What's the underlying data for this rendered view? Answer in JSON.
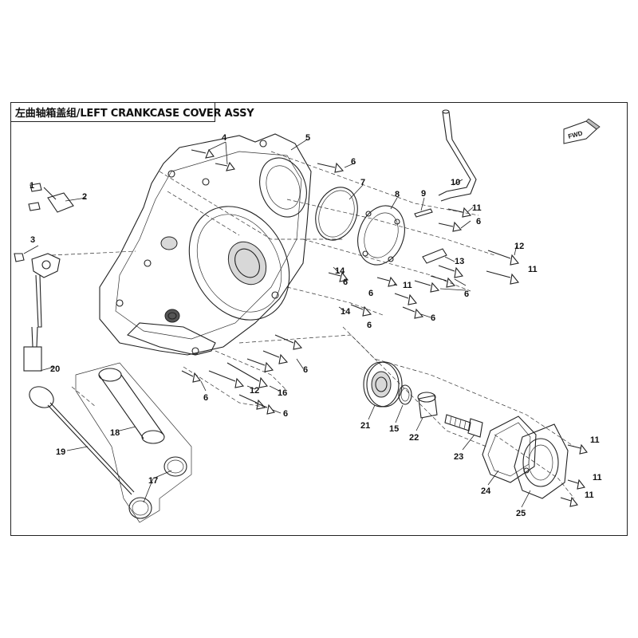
{
  "title": "左曲轴箱盖组/LEFT CRANKCASE COVER ASSY",
  "fwd_label": "FWD",
  "callouts": [
    {
      "num": "1"
    },
    {
      "num": "2"
    },
    {
      "num": "3"
    },
    {
      "num": "4"
    },
    {
      "num": "5"
    },
    {
      "num": "6"
    },
    {
      "num": "6"
    },
    {
      "num": "6"
    },
    {
      "num": "6"
    },
    {
      "num": "6"
    },
    {
      "num": "6"
    },
    {
      "num": "6"
    },
    {
      "num": "6"
    },
    {
      "num": "6"
    },
    {
      "num": "6"
    },
    {
      "num": "7"
    },
    {
      "num": "8"
    },
    {
      "num": "9"
    },
    {
      "num": "10"
    },
    {
      "num": "11"
    },
    {
      "num": "11"
    },
    {
      "num": "11"
    },
    {
      "num": "11"
    },
    {
      "num": "11"
    },
    {
      "num": "11"
    },
    {
      "num": "12"
    },
    {
      "num": "12"
    },
    {
      "num": "13"
    },
    {
      "num": "14"
    },
    {
      "num": "14"
    },
    {
      "num": "15"
    },
    {
      "num": "16"
    },
    {
      "num": "17"
    },
    {
      "num": "18"
    },
    {
      "num": "19"
    },
    {
      "num": "20"
    },
    {
      "num": "21"
    },
    {
      "num": "22"
    },
    {
      "num": "23"
    },
    {
      "num": "24"
    },
    {
      "num": "25"
    }
  ]
}
